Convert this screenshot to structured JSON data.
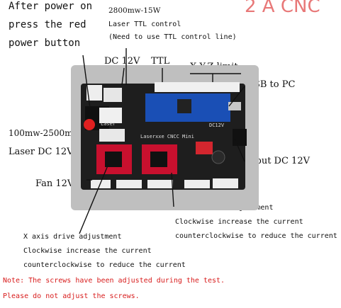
{
  "watermark": "2 A CNC",
  "labels": {
    "after_power_1": "After power on",
    "after_power_2": "press the red",
    "after_power_3": "power button",
    "laser_spec": "2800mw-15W",
    "laser_ttl": "Laser TTL control",
    "laser_ttl_note": "(Need to use TTL control line)",
    "dc12v": "DC 12V",
    "ttl": "TTL",
    "xyz_limit": "X,Y,Z limit",
    "usb_pc": "USB to PC",
    "laser_range": "100mw-2500mw",
    "laser_dc": "Laser DC 12V",
    "input_dc": "Input DC 12V",
    "fan": "Fan 12V",
    "y_adj_1": "Y axis drive adjustment",
    "y_adj_2": "Clockwise increase the current",
    "y_adj_3": "counterclockwise to reduce the current",
    "x_adj_1": "X axis drive adjustment",
    "x_adj_2": "Clockwise increase the current",
    "x_adj_3": "counterclockwise to reduce the current",
    "note_1": "Note: The screws have been adjusted during the test.",
    "note_2": "Please do not adjust the screws."
  },
  "board": {
    "silk_brand": "Laserxxe CNCC Mini",
    "silk_dc": "DC12V",
    "silk_laser": "Laser"
  },
  "colors": {
    "note": "#d81c1c",
    "pcb": "#1e1e1e",
    "driver": "#c8102e",
    "nano": "#1a4fb5"
  }
}
